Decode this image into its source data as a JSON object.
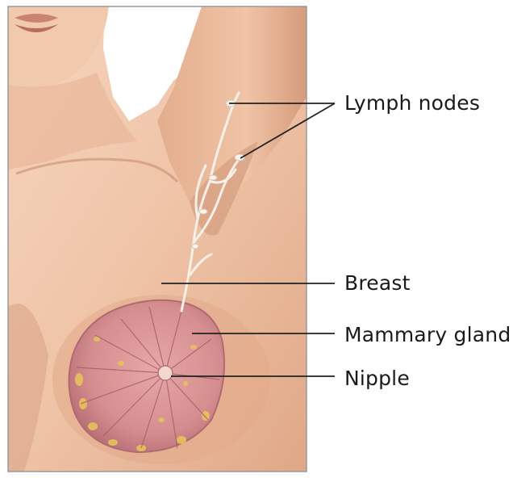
{
  "labels": {
    "lymph_nodes": "Lymph nodes",
    "breast": "Breast",
    "mammary_gland": "Mammary gland",
    "nipple": "Nipple"
  },
  "colors": {
    "background": "#ffffff",
    "frame": "#9a9a9a",
    "skin_light": "#f3cdb2",
    "skin_mid": "#e7b293",
    "skin_shadow": "#c98d6c",
    "gland": "#d98c8c",
    "gland_dark": "#b46470",
    "fat_lobules": "#e8c45a",
    "lymph": "#f3ece4",
    "leader_line": "#222222"
  }
}
